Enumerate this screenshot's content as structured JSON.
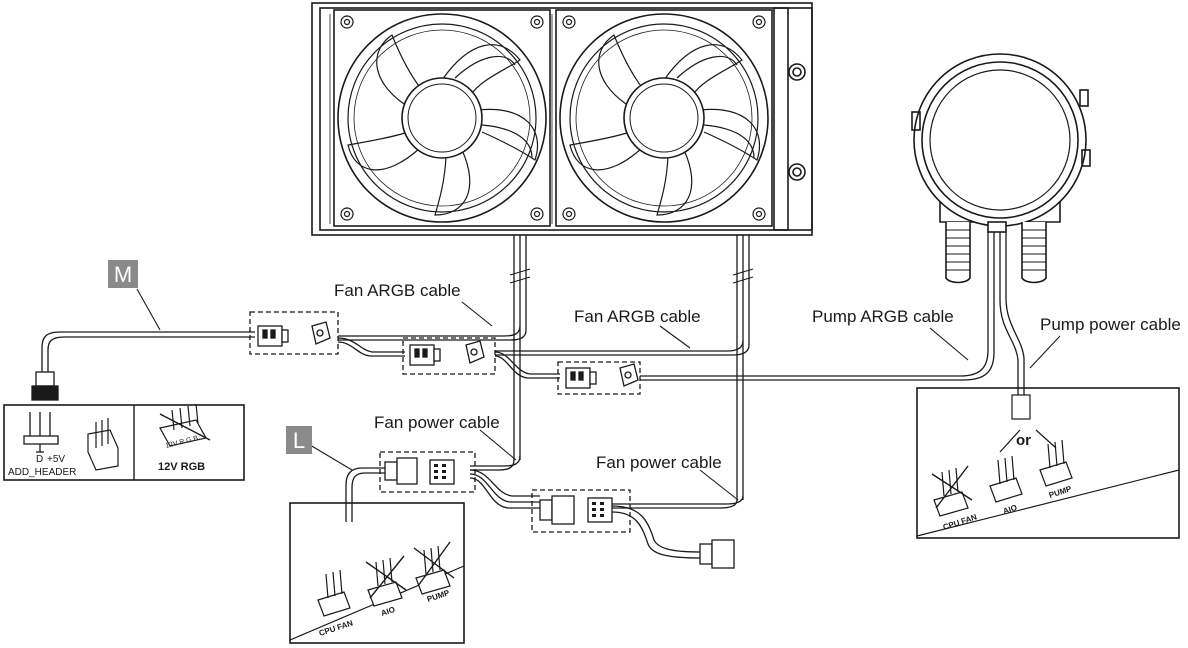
{
  "labels": {
    "marker_m": "M",
    "marker_l": "L",
    "fan_argb_cable_1": "Fan ARGB cable",
    "fan_argb_cable_2": "Fan ARGB cable",
    "pump_argb_cable": "Pump ARGB cable",
    "pump_power_cable": "Pump power cable",
    "fan_power_cable_1": "Fan power cable",
    "fan_power_cable_2": "Fan power cable"
  },
  "argb_header_panel": {
    "pin_d": "D",
    "pin_5v": "+5V",
    "header_name": "ADD_HEADER",
    "rgb_label": "12V R G B",
    "rgb_name": "12V RGB"
  },
  "fan_header_panel": {
    "cpu_fan": "CPU FAN",
    "aio": "AIO",
    "pump": "PUMP"
  },
  "pump_header_panel": {
    "or_text": "or",
    "cpu_fan": "CPU FAN",
    "aio": "AIO",
    "pump": "PUMP"
  },
  "colors": {
    "line": "#1a1a1a",
    "marker_bg": "#8a8a8a",
    "marker_text": "#ffffff"
  }
}
